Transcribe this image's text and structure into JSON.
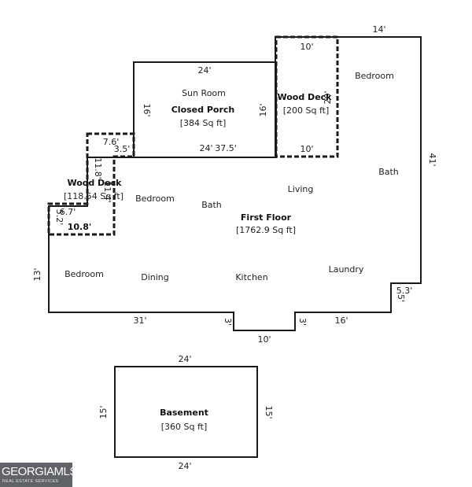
{
  "plans": {
    "first_floor": {
      "title": "First Floor",
      "area": "[1762.9 Sq ft]",
      "rooms": [
        "Bedroom",
        "Bath",
        "Living",
        "Bedroom",
        "Bath",
        "Bedroom",
        "Dining",
        "Kitchen",
        "Laundry"
      ],
      "dims": [
        "14'",
        "41'",
        "5.3'",
        "5'",
        "16'",
        "3'",
        "10'",
        "3'",
        "31'",
        "13'"
      ]
    },
    "sun_room": {
      "room": "Sun Room",
      "title": "Closed Porch",
      "area": "[384 Sq ft]",
      "dims": [
        "24'",
        "16'",
        "16'",
        "24'",
        "37.5'"
      ]
    },
    "wood_deck_upper": {
      "title": "Wood Deck",
      "area": "[200 Sq ft]",
      "dims": [
        "10'",
        "20'",
        "10'"
      ]
    },
    "wood_deck_lower": {
      "title": "Wood Deck",
      "area": "[118.54 Sq ft]",
      "dims": [
        "7.6'",
        "3.5'",
        "11.8'",
        "11.4'",
        "6.7'",
        "5.2'",
        "10.8'"
      ]
    },
    "basement": {
      "title": "Basement",
      "area": "[360 Sq ft]",
      "dims": [
        "24'",
        "15'",
        "15'",
        "24'"
      ]
    }
  },
  "logo": {
    "main": "GEORGIAMLS",
    "sub": "REAL ESTATE SERVICES"
  }
}
